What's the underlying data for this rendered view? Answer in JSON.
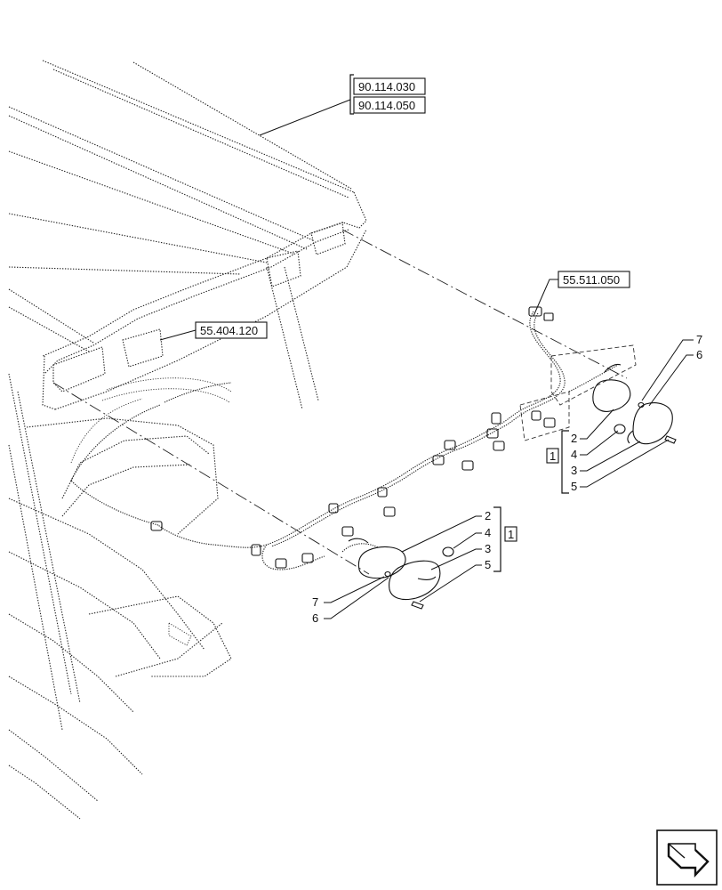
{
  "references": {
    "r1": "90.114.030",
    "r2": "90.114.050",
    "r3": "55.511.050",
    "r4": "55.404.120"
  },
  "callouts_right": {
    "top7": "7",
    "top6": "6",
    "n2": "2",
    "n4": "4",
    "n3": "3",
    "n5": "5",
    "group": "1"
  },
  "callouts_center": {
    "n2": "2",
    "n4": "4",
    "n3": "3",
    "n5": "5",
    "group": "1",
    "n7": "7",
    "n6": "6"
  },
  "icons": [
    "navigation-arrow-icon"
  ]
}
